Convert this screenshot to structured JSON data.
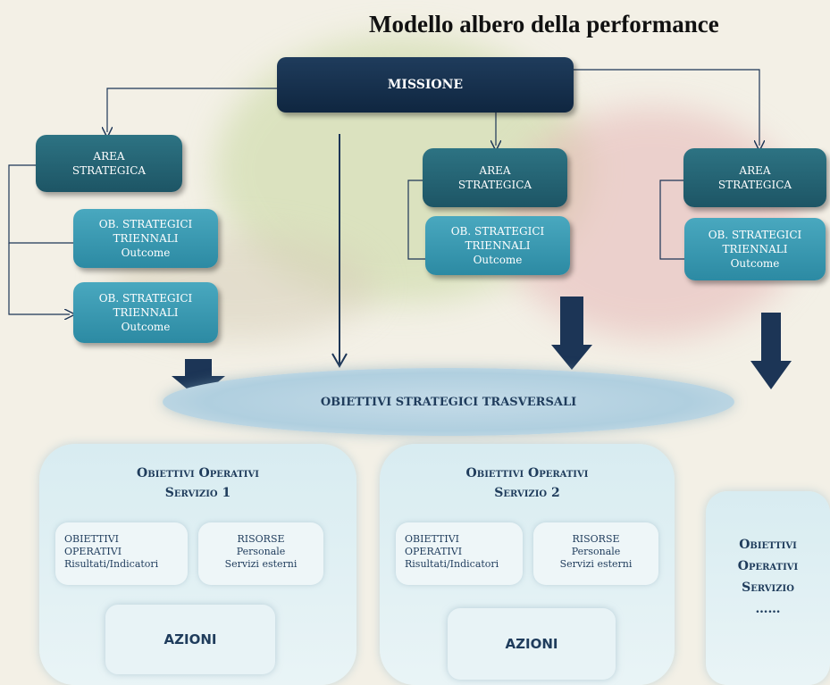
{
  "title": "Modello albero della performance",
  "mission": "MISSIONE",
  "areas": [
    {
      "line1": "AREA",
      "line2": "STRATEGICA"
    },
    {
      "line1": "AREA",
      "line2": "STRATEGICA"
    },
    {
      "line1": "AREA",
      "line2": "STRATEGICA"
    }
  ],
  "ob_strategici": {
    "line1": "OB. STRATEGICI",
    "line2": "TRIENNALI",
    "line3": "Outcome"
  },
  "trasversali": "OBIETTIVI STRATEGICI TRASVERSALI",
  "servizio1": {
    "title1": "Obiettivi Operativi",
    "title2": "Servizio 1"
  },
  "servizio2": {
    "title1": "Obiettivi Operativi",
    "title2": "Servizio 2"
  },
  "servizio3": {
    "line1": "Obiettivi",
    "line2": "Operativi",
    "line3": "Servizio",
    "line4": "……"
  },
  "obiettivi_box": {
    "line1": "OBIETTIVI",
    "line2": "OPERATIVI",
    "line3": "Risultati/Indicatori"
  },
  "risorse_box": {
    "line1": "RISORSE",
    "line2": "Personale",
    "line3": "Servizi esterni"
  },
  "azioni": "AZIONI",
  "colors": {
    "mission": "#162f4d",
    "area": "#25606f",
    "ob": "#3a99b1",
    "arrow": "#1c3556"
  }
}
